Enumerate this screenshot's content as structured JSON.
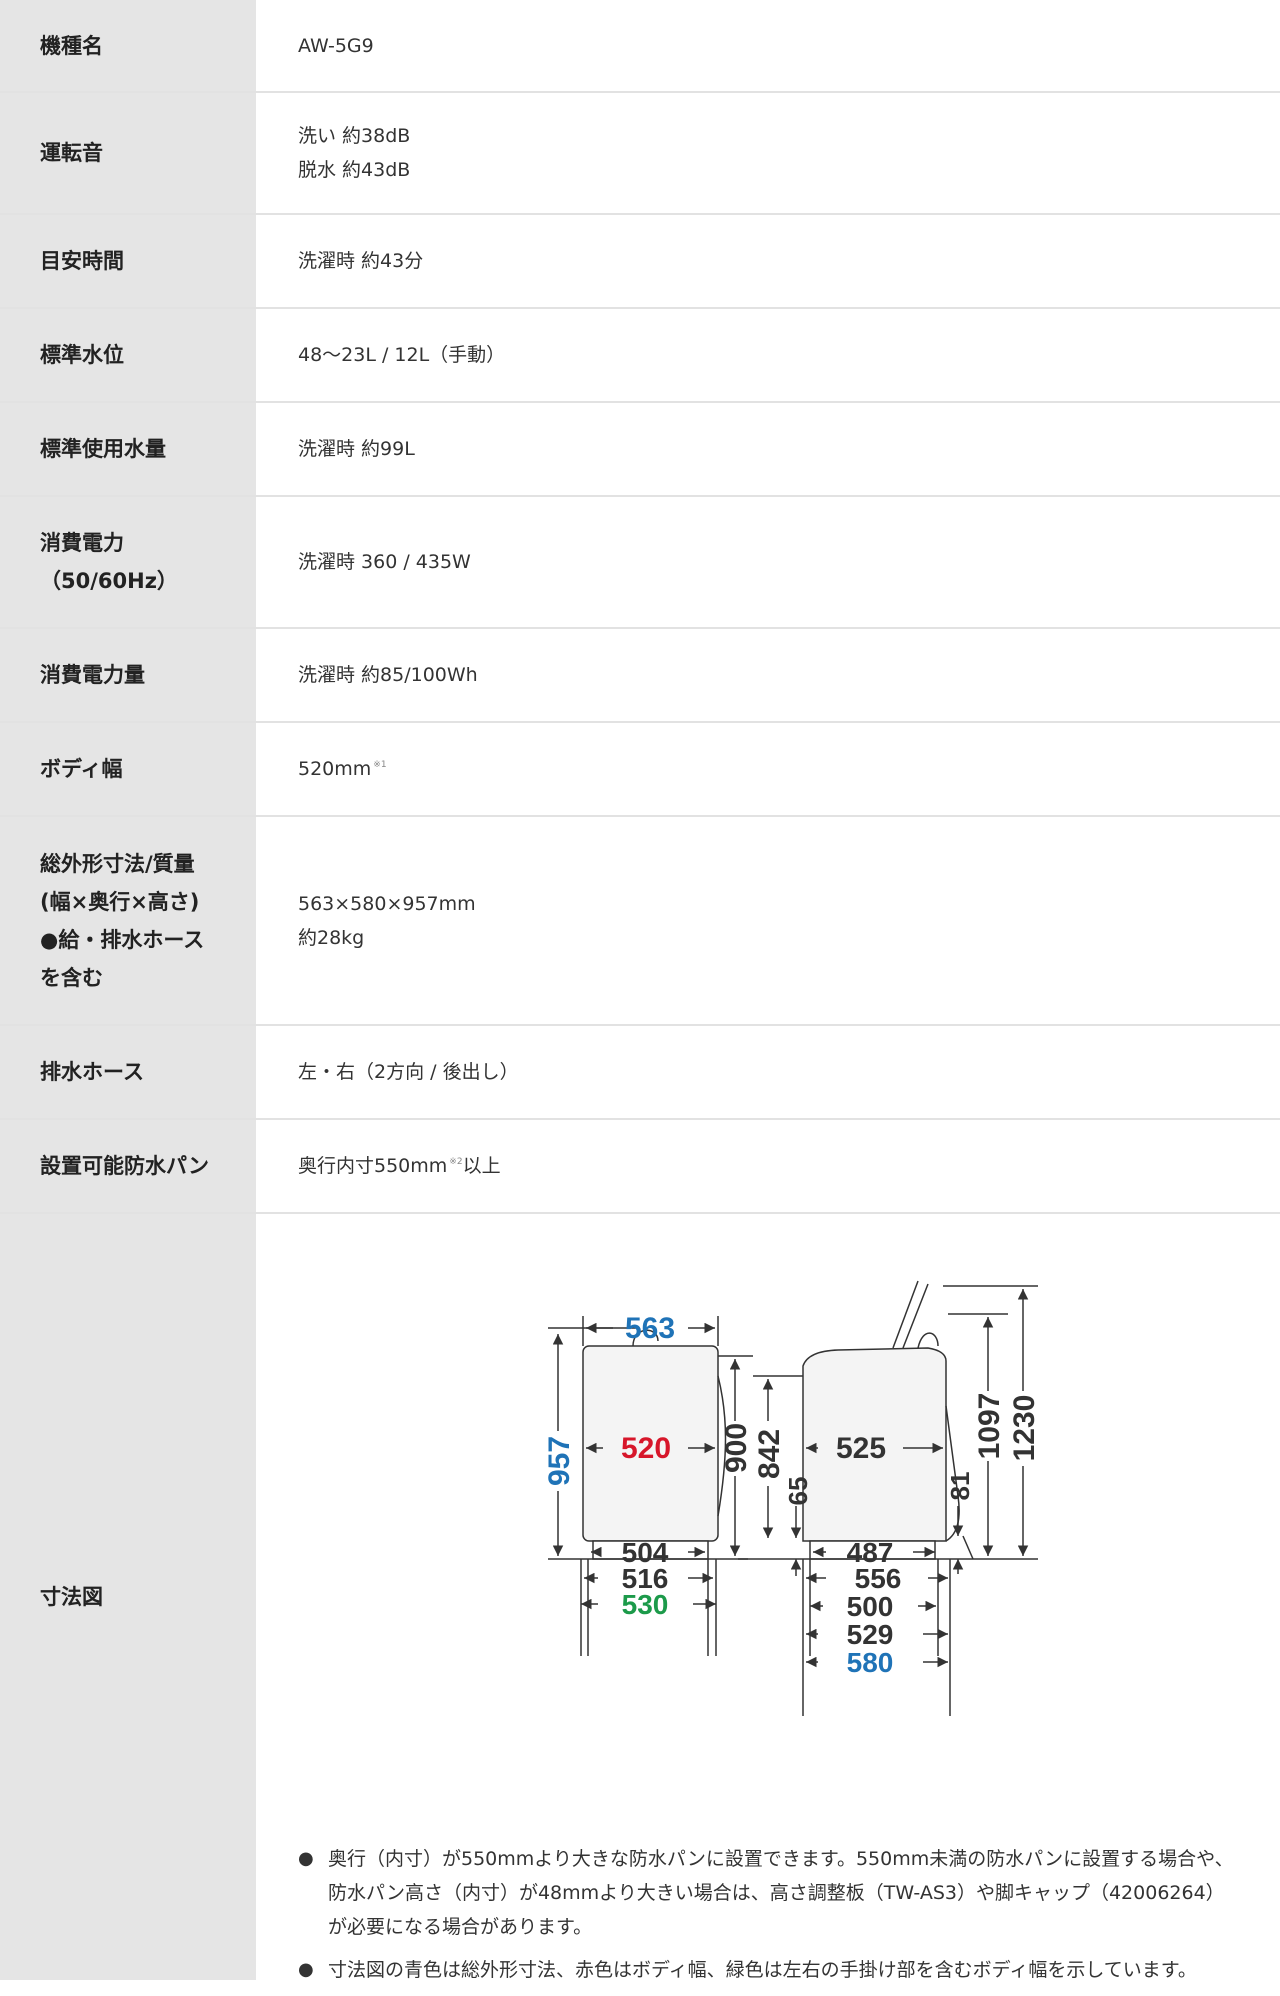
{
  "rows": [
    {
      "label": [
        "機種名"
      ],
      "value": [
        "AW-5G9"
      ],
      "height": 93
    },
    {
      "label": [
        "運転音"
      ],
      "value": [
        "洗い 約38dB",
        "脱水 約43dB"
      ],
      "height": 122
    },
    {
      "label": [
        "目安時間"
      ],
      "value": [
        "洗濯時 約43分"
      ],
      "height": 94
    },
    {
      "label": [
        "標準水位"
      ],
      "value": [
        "48〜23L / 12L（手動）"
      ],
      "height": 94
    },
    {
      "label": [
        "標準使用水量"
      ],
      "value": [
        "洗濯時 約99L"
      ],
      "height": 94
    },
    {
      "label": [
        "消費電力",
        "（50/60Hz）"
      ],
      "value": [
        "洗濯時 360 / 435W"
      ],
      "height": 132
    },
    {
      "label": [
        "消費電力量"
      ],
      "value": [
        "洗濯時 約85/100Wh"
      ],
      "height": 94
    },
    {
      "label": [
        "ボディ幅"
      ],
      "value": [
        "520mm"
      ],
      "value_sup": "※1",
      "height": 94
    },
    {
      "label": [
        "総外形寸法/質量",
        "(幅×奥行×高さ)",
        "●給・排水ホース",
        "を含む"
      ],
      "value": [
        "563×580×957mm",
        "約28kg"
      ],
      "height": 209
    },
    {
      "label": [
        "排水ホース"
      ],
      "value": [
        "左・右（2方向 / 後出し）"
      ],
      "height": 94
    },
    {
      "label": [
        "設置可能防水パン"
      ],
      "value": [
        "奥行内寸550mm",
        "以上"
      ],
      "value_sup": "※2",
      "height": 94
    }
  ],
  "diagram_row": {
    "label": "寸法図",
    "dims": {
      "front_width": "563",
      "front_height": "957",
      "body_width": "520",
      "body_height": "900",
      "w504": "504",
      "w516": "516",
      "w530": "530",
      "side_842": "842",
      "side_65": "65",
      "side_525": "525",
      "side_81": "81",
      "side_1097": "1097",
      "side_1230": "1230",
      "d487": "487",
      "d556": "556",
      "d500": "500",
      "d529": "529",
      "d580": "580"
    },
    "colors": {
      "blue": "#1f73b7",
      "red": "#d7162a",
      "green": "#1c9a4a",
      "dark": "#333333"
    },
    "notes": [
      "奥行（内寸）が550mmより大きな防水パンに設置できます。550mm未満の防水パンに設置する場合や、防水パン高さ（内寸）が48mmより大きい場合は、高さ調整板（TW-AS3）や脚キャップ（42006264）が必要になる場合があります。",
      "寸法図の青色は総外形寸法、赤色はボディ幅、緑色は左右の手掛け部を含むボディ幅を示しています。"
    ],
    "bullet": "●"
  }
}
